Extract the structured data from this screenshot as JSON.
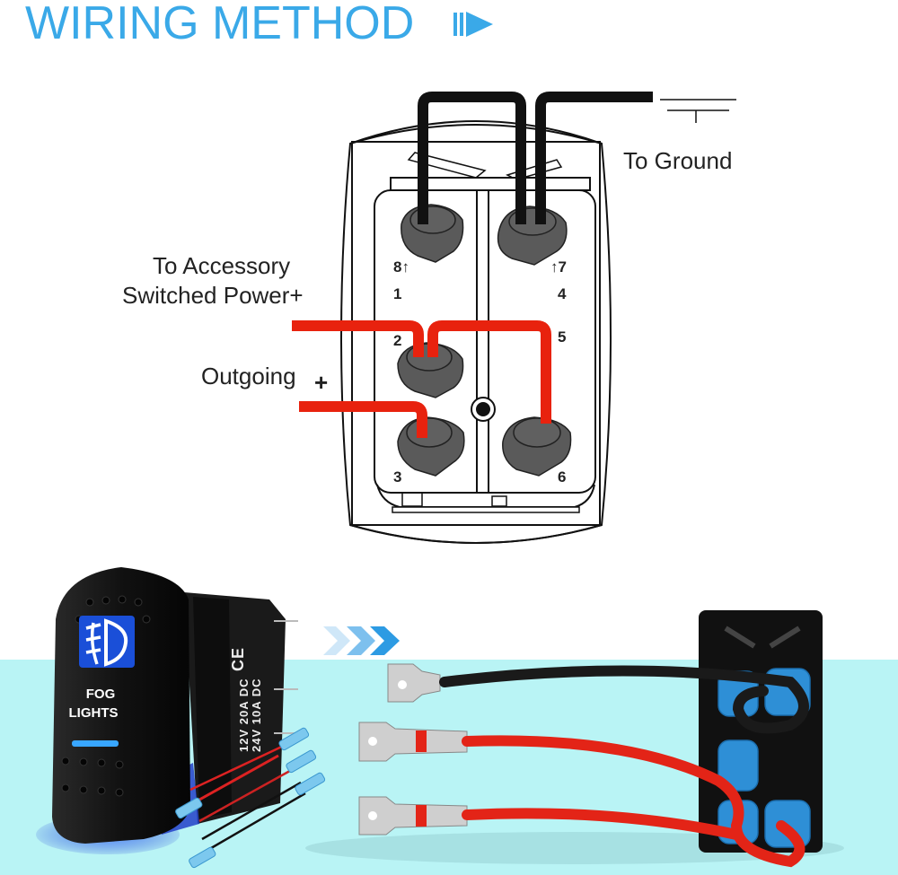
{
  "title": "WIRING METHOD",
  "colors": {
    "title": "#3aa9e8",
    "wire_power": "#e8220e",
    "wire_ground": "#111111",
    "terminal": "#5a5a5a",
    "band": "#b9f4f5",
    "rocker_led": "#1a4fd8"
  },
  "diagram": {
    "labels": {
      "ground": "To Ground",
      "accessory_line1": "To Accessory",
      "accessory_line2": "Switched Power+",
      "outgoing": "Outgoing",
      "outgoing_sign": "+"
    },
    "pins": {
      "p8": "8↑",
      "p7": "↑7",
      "p1": "1",
      "p4": "4",
      "p2": "2",
      "p5": "5",
      "p3": "3",
      "p6": "6"
    }
  },
  "product": {
    "rocker_label_line1": "FOG",
    "rocker_label_line2": "LIGHTS",
    "icon": "fog-light-icon",
    "rating_line1": "12V  20A  DC",
    "rating_line2": "24V  10A  DC",
    "cert": "CE",
    "arrow_icon": "triple-chevron-right-icon"
  }
}
